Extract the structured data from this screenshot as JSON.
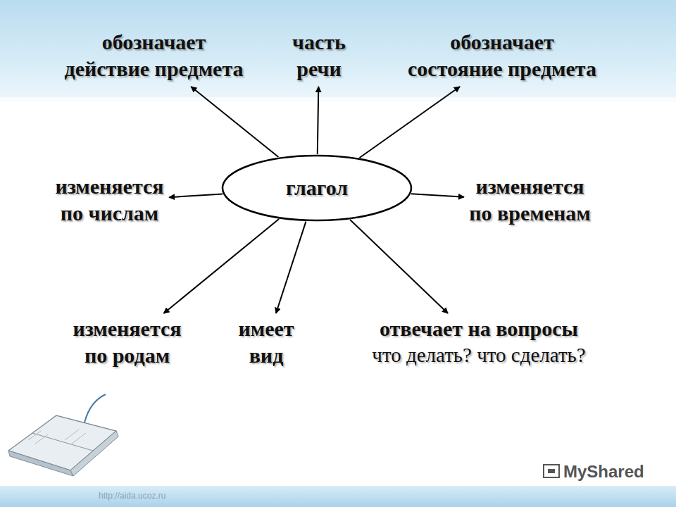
{
  "diagram": {
    "nodes": [
      {
        "text": [
          "глагол"
        ]
      },
      {
        "text": [
          "обозначает",
          "действие предмета"
        ]
      },
      {
        "text": [
          "часть речи"
        ]
      },
      {
        "text": [
          "обозначает",
          "состояние предмета"
        ]
      },
      {
        "text": [
          "изменяется",
          "по числам"
        ]
      },
      {
        "text": [
          "изменяется",
          "по временам"
        ]
      },
      {
        "text": [
          "изменяется",
          "по родам"
        ]
      },
      {
        "text": [
          "имеет вид"
        ]
      },
      {
        "text": [
          "отвечает на вопросы",
          "что делать? что сделать?"
        ]
      }
    ],
    "edges": [
      {
        "from": 0,
        "to": 1,
        "arrow": "to"
      },
      {
        "from": 0,
        "to": 2,
        "arrow": "to"
      },
      {
        "from": 0,
        "to": 3,
        "arrow": "to"
      },
      {
        "from": 0,
        "to": 4,
        "arrow": "to"
      },
      {
        "from": 0,
        "to": 5,
        "arrow": "to"
      },
      {
        "from": 0,
        "to": 6,
        "arrow": "to"
      },
      {
        "from": 0,
        "to": 7,
        "arrow": "to"
      },
      {
        "from": 0,
        "to": 8,
        "arrow": "to"
      }
    ],
    "labels": [
      "http://aida.ucoz.ru",
      "MyShared"
    ]
  }
}
